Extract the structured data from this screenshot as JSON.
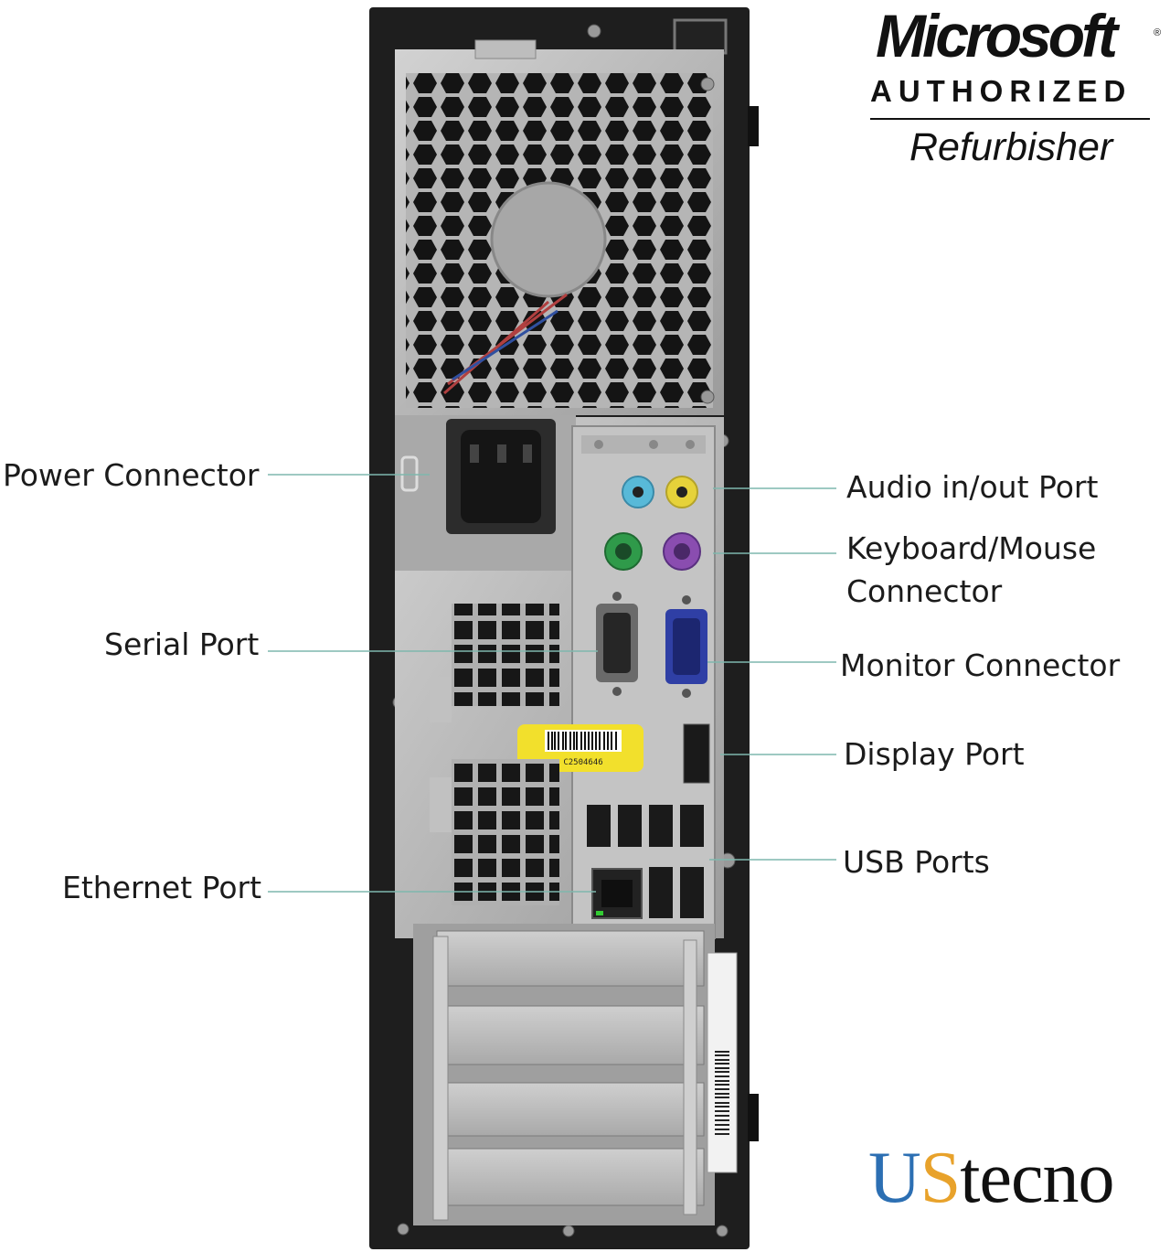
{
  "logo": {
    "microsoft": "Microsoft",
    "registered": "®",
    "authorized": "AUTHORIZED",
    "refurbisher": "Refurbisher"
  },
  "brand": {
    "part1": "U",
    "part2": "S",
    "part3": "tecno",
    "colors": {
      "u": "#2c6fb3",
      "s": "#e8a22b",
      "rest": "#111111"
    }
  },
  "labels": {
    "power": "Power Connector",
    "serial": "Serial Port",
    "ethernet": "Ethernet Port",
    "audio": "Audio in/out Port",
    "kbm_line1": "Keyboard/Mouse",
    "kbm_line2": "Connector",
    "monitor": "Monitor Connector",
    "display": "Display Port",
    "usb": "USB Ports"
  },
  "barcode_text": "C2504646",
  "colors": {
    "leader": "#7fb7ad",
    "case": "#1e1e1e",
    "metal": "#b9b9b9",
    "vga": "#2f3fa5",
    "ps2_mouse": "#8a4db0",
    "ps2_kbd": "#2f9a4a",
    "audio_in": "#58b9d8",
    "audio_out": "#e6d23a"
  }
}
